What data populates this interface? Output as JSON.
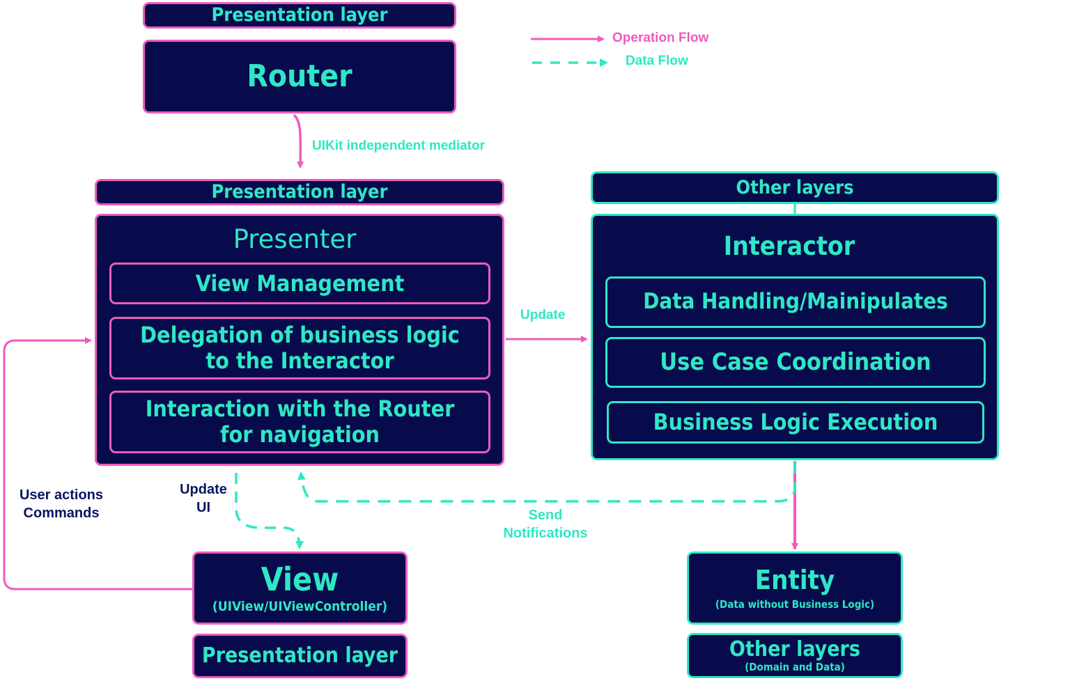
{
  "legend": {
    "operation_flow": "Operation Flow",
    "data_flow": "Data Flow"
  },
  "router_group": {
    "layer_label": "Presentation layer",
    "title": "Router"
  },
  "mediator_label": "UIKit independent mediator",
  "presenter_group": {
    "layer_label": "Presentation layer",
    "title": "Presenter",
    "items": [
      {
        "line1": "View Management"
      },
      {
        "line1": "Delegation of business logic",
        "line2": "to the Interactor"
      },
      {
        "line1": "Interaction with the Router",
        "line2": "for navigation"
      }
    ]
  },
  "interactor_group": {
    "layer_label": "Other layers",
    "title": "Interactor",
    "items": [
      {
        "line1": "Data Handling/Mainipulates"
      },
      {
        "line1": "Use Case Coordination"
      },
      {
        "line1": "Business Logic Execution"
      }
    ]
  },
  "update_label": "Update",
  "update_ui_label": {
    "line1": "Update",
    "line2": "UI"
  },
  "user_actions_label": {
    "line1": "User actions",
    "line2": "Commands"
  },
  "send_notifications_label": {
    "line1": "Send",
    "line2": "Notifications"
  },
  "view_group": {
    "title": "View",
    "subtitle": "(UIView/UIViewController)",
    "layer_label": "Presentation layer"
  },
  "entity_group": {
    "title": "Entity",
    "subtitle": "(Data without Business Logic)",
    "layer_label": "Other layers",
    "layer_sublabel": "(Domain and Data)"
  },
  "colors": {
    "operation_flow": "#ee5cbc",
    "data_flow": "#2fe7c4",
    "box_fill": "#070b4c",
    "text": "#2fe7c4",
    "dark_label": "#0a1560"
  }
}
